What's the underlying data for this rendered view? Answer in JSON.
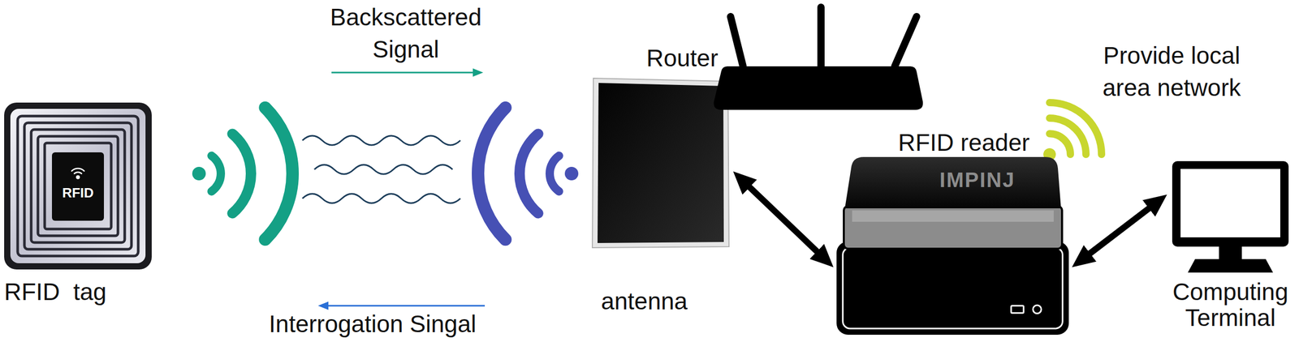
{
  "diagram": {
    "nodes": [
      {
        "text": [
          "RFID",
          "RFID  tag"
        ]
      },
      {
        "text": [
          "antenna"
        ]
      },
      {
        "text": [
          "Router"
        ]
      },
      {
        "text": [
          "RFID reader",
          "IMPINJ"
        ]
      },
      {
        "text": [
          "Computing Terminal"
        ]
      }
    ],
    "edges": [
      {
        "from": 1,
        "to": 3,
        "arrow": "both"
      },
      {
        "from": 3,
        "to": 4,
        "arrow": "both"
      }
    ],
    "labels": [
      "Backscattered Signal",
      "Interrogation Singal",
      "Provide local area network"
    ]
  }
}
